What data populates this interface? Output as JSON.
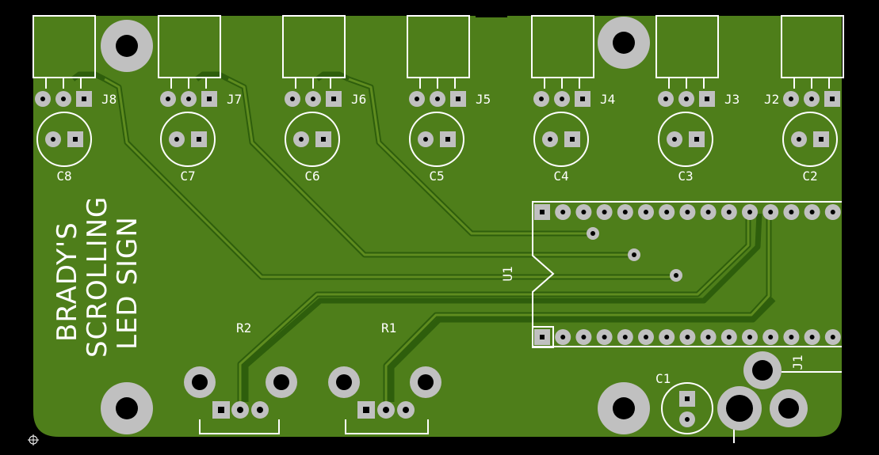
{
  "board": {
    "title_lines": [
      "BRADY'S",
      "SCROLLING",
      "LED SIGN"
    ],
    "colors": {
      "background": "#000000",
      "copper": "#4e7e1a",
      "trace": "#2e5e0c",
      "pad": "#c0c0c0",
      "drill": "#000000",
      "silkscreen": "#ffffff"
    }
  },
  "connectors_top": [
    {
      "label": "J8"
    },
    {
      "label": "J7"
    },
    {
      "label": "J6"
    },
    {
      "label": "J5"
    },
    {
      "label": "J4"
    },
    {
      "label": "J3"
    },
    {
      "label": "J2"
    }
  ],
  "capacitors_top": [
    {
      "label": "C8"
    },
    {
      "label": "C7"
    },
    {
      "label": "C6"
    },
    {
      "label": "C5"
    },
    {
      "label": "C4"
    },
    {
      "label": "C3"
    },
    {
      "label": "C2"
    }
  ],
  "ic": {
    "label": "U1"
  },
  "resistors": [
    {
      "label": "R2"
    },
    {
      "label": "R1"
    }
  ],
  "capacitor_c1": {
    "label": "C1"
  },
  "power_jack": {
    "label": "J1"
  }
}
